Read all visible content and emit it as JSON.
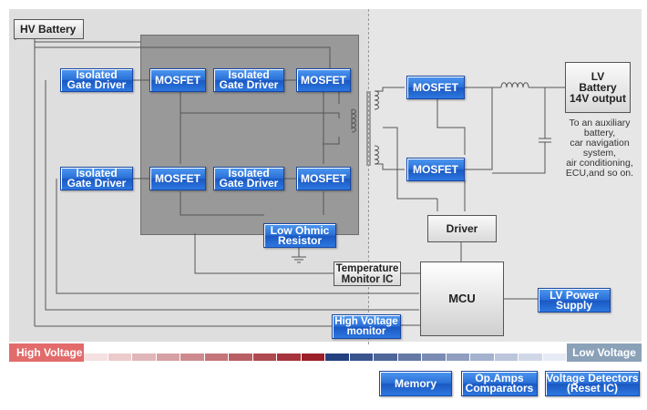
{
  "blocks": {
    "hv_battery": "HV Battery",
    "gate_driver_top": [
      "Isolated",
      "Gate Driver"
    ],
    "gate_driver_mid_top": [
      "Isolated",
      "Gate Driver"
    ],
    "gate_driver_bottom": [
      "Isolated",
      "Gate Driver"
    ],
    "gate_driver_mid_bottom": [
      "Isolated",
      "Gate Driver"
    ],
    "mosfet": "MOSFET",
    "low_ohmic_resistor": [
      "Low Ohmic",
      "Resistor"
    ],
    "temperature_monitor": [
      "Temperature",
      "Monitor IC"
    ],
    "high_voltage_monitor": [
      "High Voltage",
      "monitor"
    ],
    "mcu": "MCU",
    "driver": "Driver",
    "lv_power_supply": [
      "LV Power",
      "Supply"
    ],
    "lv_battery": [
      "LV",
      "Battery",
      "14V output"
    ]
  },
  "note": [
    "To an auxiliary",
    "battery,",
    "car navigation",
    "system,",
    "air conditioning,",
    "ECU,and so on."
  ],
  "legend": {
    "high_voltage": "High Voltage",
    "low_voltage": "Low Voltage"
  },
  "components": {
    "memory": "Memory",
    "op_amps": [
      "Op.Amps",
      "Comparators"
    ],
    "voltage_detectors": [
      "Voltage Detectors",
      "(Reset IC)"
    ]
  },
  "colors": {
    "block_blue": "#2a6fd6",
    "high_voltage": "#e26b6b",
    "low_voltage": "#8aa1b8"
  }
}
